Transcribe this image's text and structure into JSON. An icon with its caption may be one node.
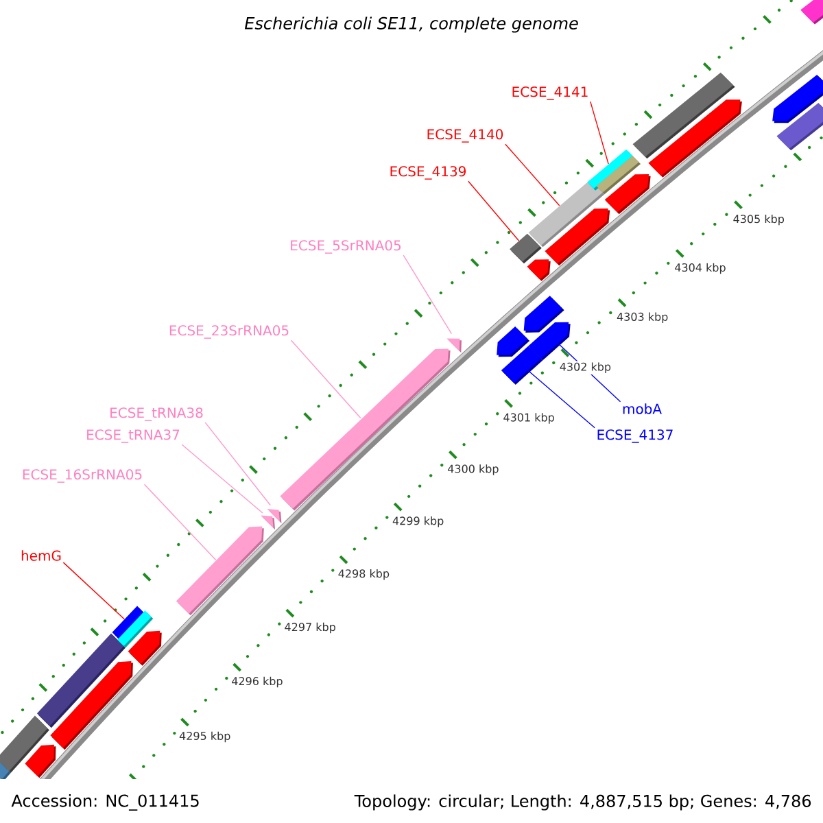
{
  "diagram": {
    "title": "Escherichia coli SE11, complete genome",
    "nodes": [
      {
        "text": [
          "ECSE_4141"
        ]
      },
      {
        "text": [
          "ECSE_4140"
        ]
      },
      {
        "text": [
          "ECSE_4139"
        ]
      },
      {
        "text": [
          "ECSE_5SrRNA05"
        ]
      },
      {
        "text": [
          "ECSE_23SrRNA05"
        ]
      },
      {
        "text": [
          "ECSE_tRNA38"
        ]
      },
      {
        "text": [
          "ECSE_tRNA37"
        ]
      },
      {
        "text": [
          "ECSE_16SrRNA05"
        ]
      },
      {
        "text": [
          "mobA"
        ]
      },
      {
        "text": [
          "ECSE_4137"
        ]
      },
      {
        "text": [
          "hemG"
        ]
      },
      {
        "text": [],
        "shape": "bar"
      },
      {
        "text": [],
        "shape": "bar"
      },
      {
        "text": [],
        "shape": "bar"
      },
      {
        "text": [],
        "shape": "bar"
      },
      {
        "text": [],
        "shape": "bar"
      },
      {
        "text": [],
        "shape": "bar"
      },
      {
        "text": [],
        "shape": "bar"
      },
      {
        "text": [],
        "shape": "bar"
      },
      {
        "text": [],
        "shape": "bar"
      },
      {
        "text": [],
        "shape": "bar"
      },
      {
        "text": [],
        "shape": "bar"
      },
      {
        "text": [],
        "shape": "bar"
      },
      {
        "text": [],
        "shape": "bar"
      },
      {
        "text": [],
        "shape": "bar"
      },
      {
        "text": [],
        "shape": "bar"
      },
      {
        "text": [],
        "shape": "bar"
      },
      {
        "text": [],
        "shape": "bar"
      },
      {
        "text": [],
        "shape": "bar"
      },
      {
        "text": [],
        "shape": "bar"
      },
      {
        "text": [],
        "shape": "bar"
      },
      {
        "text": [],
        "shape": "bar"
      },
      {
        "text": [],
        "shape": "bar"
      },
      {
        "text": [],
        "shape": "bar"
      },
      {
        "text": [],
        "shape": "bar"
      },
      {
        "text": [],
        "shape": "bar"
      },
      {
        "text": [],
        "shape": "bar"
      },
      {
        "text": [],
        "shape": "bar"
      },
      {
        "text": [],
        "shape": "bar"
      },
      {
        "text": [],
        "shape": "bar"
      }
    ],
    "edges": [
      {
        "from": 0,
        "to": 21,
        "arrow": "none",
        "color": "#ff0000"
      },
      {
        "from": 1,
        "to": 20,
        "arrow": "none",
        "color": "#ff0000"
      },
      {
        "from": 2,
        "to": 19,
        "arrow": "none",
        "color": "#ff0000"
      },
      {
        "from": 3,
        "to": 16,
        "arrow": "none"
      },
      {
        "from": 4,
        "to": 15,
        "arrow": "none"
      },
      {
        "from": 5,
        "to": 14,
        "arrow": "none"
      },
      {
        "from": 6,
        "to": 13,
        "arrow": "none"
      },
      {
        "from": 7,
        "to": 12,
        "arrow": "none"
      },
      {
        "from": 8,
        "to": 18,
        "arrow": "none",
        "color": "#0000ff"
      },
      {
        "from": 9,
        "to": 17,
        "arrow": "none",
        "color": "#0000ff"
      },
      {
        "from": 10,
        "to": 11,
        "arrow": "none",
        "color": "#ff0000"
      }
    ],
    "labels": [
      "4305 kbp",
      "4304 kbp",
      "4303 kbp",
      "4302 kbp",
      "4301 kbp",
      "4300 kbp",
      "4299 kbp",
      "4298 kbp",
      "4297 kbp",
      "4296 kbp",
      "4295 kbp",
      "Accession: NC_011415",
      "Topology: circular; Length: 4,887,515 bp; Genes: 4,786"
    ]
  }
}
